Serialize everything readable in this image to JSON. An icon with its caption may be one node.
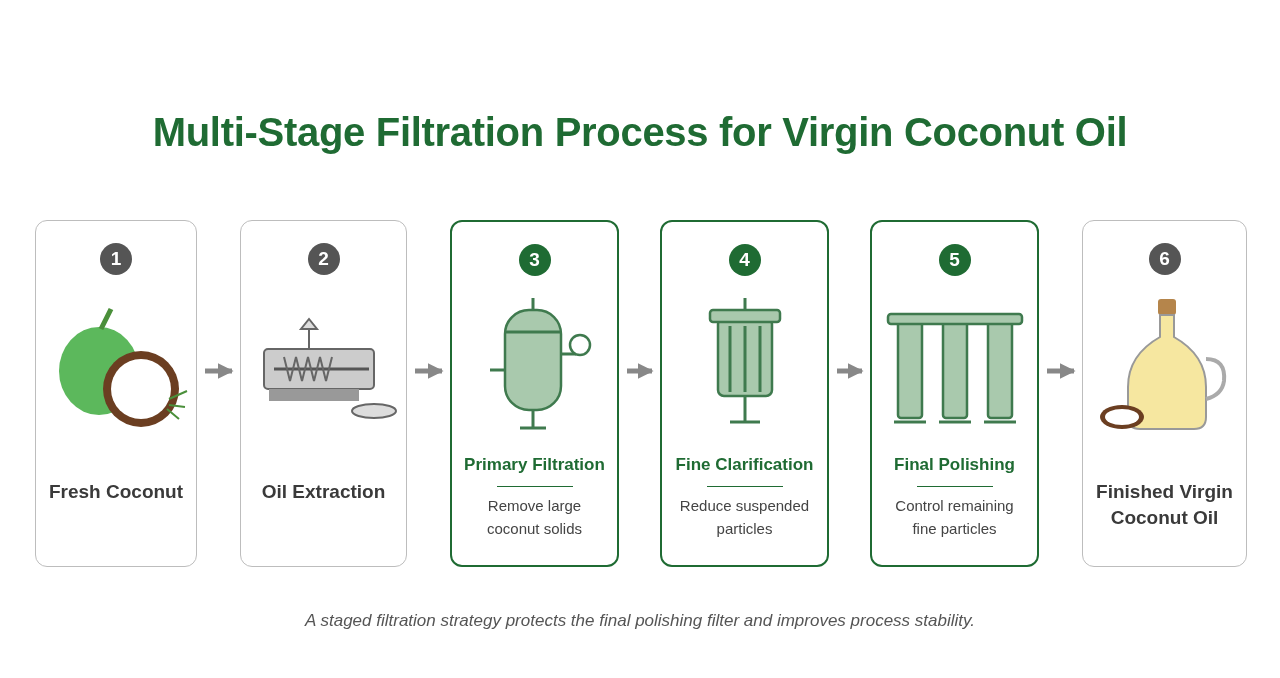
{
  "diagram": {
    "title": "Multi-Stage Filtration Process for Virgin Coconut Oil",
    "nodes": [
      {
        "text": [
          "1",
          "Fresh Coconut"
        ]
      },
      {
        "text": [
          "2",
          "Oil Extraction"
        ]
      },
      {
        "text": [
          "3",
          "Primary Filtration",
          "Remove large coconut solids"
        ]
      },
      {
        "text": [
          "4",
          "Fine Clarification",
          "Reduce suspended particles"
        ]
      },
      {
        "text": [
          "5",
          "Final Polishing",
          "Control remaining fine particles"
        ]
      },
      {
        "text": [
          "6",
          "Finished Virgin Coconut Oil"
        ]
      }
    ],
    "edges": [
      {
        "from": 0,
        "to": 1,
        "arrow": "to"
      },
      {
        "from": 1,
        "to": 2,
        "arrow": "to"
      },
      {
        "from": 2,
        "to": 3,
        "arrow": "to"
      },
      {
        "from": 3,
        "to": 4,
        "arrow": "to"
      },
      {
        "from": 4,
        "to": 5,
        "arrow": "to"
      }
    ],
    "caption": "A staged filtration strategy protects the final polishing filter and improves process stability."
  }
}
